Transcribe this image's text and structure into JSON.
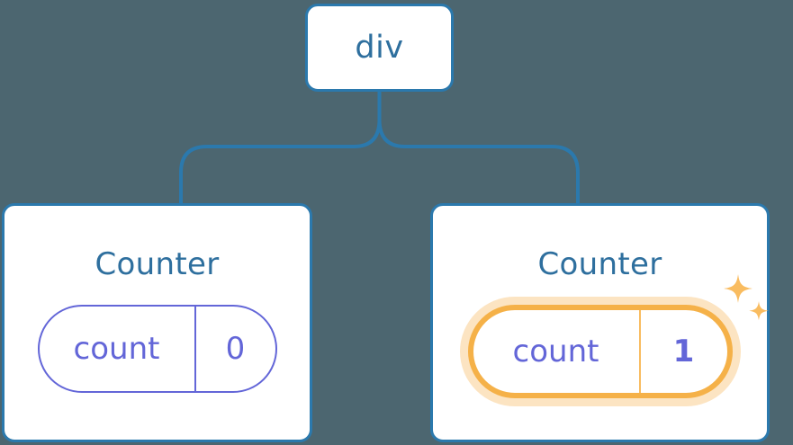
{
  "diagram": {
    "background_color": "#4c6670",
    "node_border_color": "#2b79ad",
    "node_text_color": "#2e6f9e",
    "state_color": "#6366d8",
    "highlight_color": "#f5b148",
    "connector_color": "#2b79ad"
  },
  "root": {
    "label": "div"
  },
  "children": [
    {
      "title": "Counter",
      "state": {
        "key": "count",
        "value": "0"
      },
      "highlighted": false
    },
    {
      "title": "Counter",
      "state": {
        "key": "count",
        "value": "1"
      },
      "highlighted": true,
      "sparkle_icons": [
        "sparkle-large",
        "sparkle-small"
      ]
    }
  ]
}
